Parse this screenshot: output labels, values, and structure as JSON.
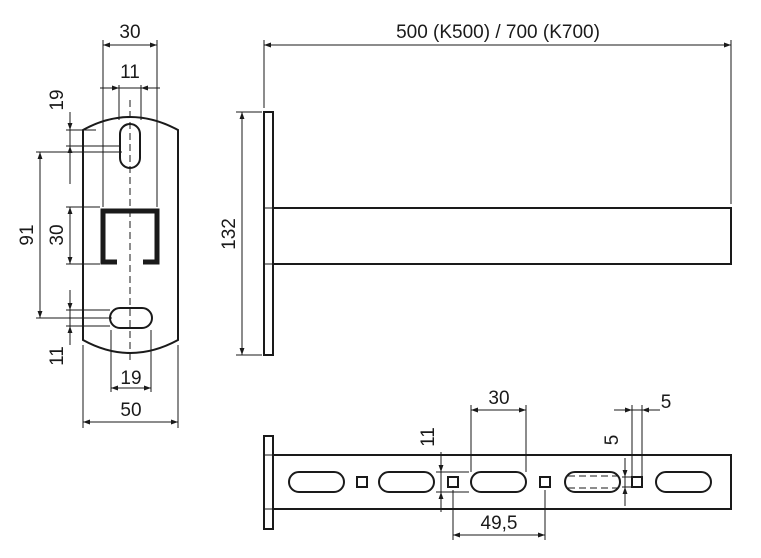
{
  "colors": {
    "line": "#1a1a1a",
    "background": "#ffffff"
  },
  "dimensions": {
    "front": {
      "width_top": "30",
      "slot_width_top": "11",
      "offset_19_top": "19",
      "height_91": "91",
      "profile_30": "30",
      "offset_11_bottom": "11",
      "slot_width_bottom": "19",
      "width_bottom": "50"
    },
    "side": {
      "length": "500 (K500) / 700 (K700)",
      "height": "132"
    },
    "bottom": {
      "slot_pitch": "30",
      "square_5_top": "5",
      "square_5_side": "5",
      "slot_height": "11",
      "pitch_49_5": "49,5"
    }
  }
}
